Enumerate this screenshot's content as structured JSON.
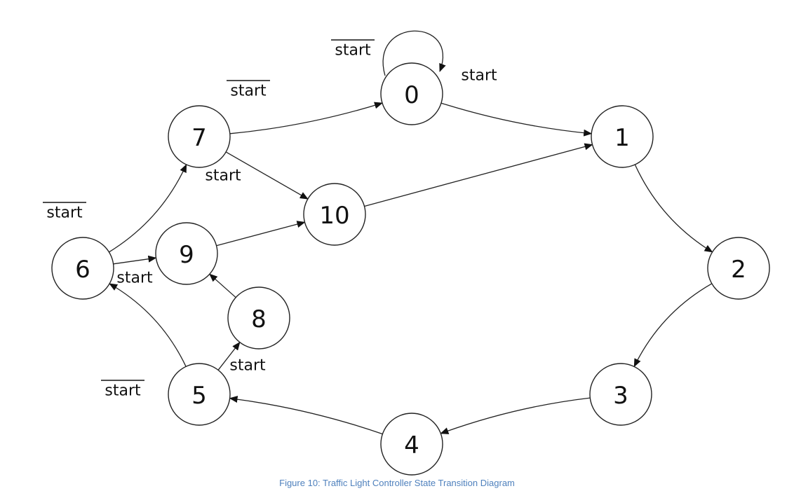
{
  "diagram": {
    "type": "state_transition",
    "states": [
      {
        "id": "0",
        "label": "0"
      },
      {
        "id": "1",
        "label": "1"
      },
      {
        "id": "2",
        "label": "2"
      },
      {
        "id": "3",
        "label": "3"
      },
      {
        "id": "4",
        "label": "4"
      },
      {
        "id": "5",
        "label": "5"
      },
      {
        "id": "6",
        "label": "6"
      },
      {
        "id": "7",
        "label": "7"
      },
      {
        "id": "8",
        "label": "8"
      },
      {
        "id": "9",
        "label": "9"
      },
      {
        "id": "10",
        "label": "10"
      }
    ],
    "transitions": [
      {
        "from": "0",
        "to": "0",
        "label": "start",
        "negated": true
      },
      {
        "from": "0",
        "to": "1",
        "label": "start",
        "negated": false
      },
      {
        "from": "1",
        "to": "2",
        "label": "",
        "negated": false
      },
      {
        "from": "2",
        "to": "3",
        "label": "",
        "negated": false
      },
      {
        "from": "3",
        "to": "4",
        "label": "",
        "negated": false
      },
      {
        "from": "4",
        "to": "5",
        "label": "",
        "negated": false
      },
      {
        "from": "5",
        "to": "6",
        "label": "start",
        "negated": true
      },
      {
        "from": "5",
        "to": "8",
        "label": "start",
        "negated": false
      },
      {
        "from": "8",
        "to": "9",
        "label": "",
        "negated": false
      },
      {
        "from": "6",
        "to": "7",
        "label": "start",
        "negated": true
      },
      {
        "from": "6",
        "to": "9",
        "label": "start",
        "negated": false
      },
      {
        "from": "7",
        "to": "0",
        "label": "start",
        "negated": true
      },
      {
        "from": "7",
        "to": "10",
        "label": "start",
        "negated": false
      },
      {
        "from": "9",
        "to": "10",
        "label": "",
        "negated": false
      },
      {
        "from": "10",
        "to": "1",
        "label": "",
        "negated": false
      }
    ]
  },
  "caption": "Figure 10: Traffic Light Controller State Transition Diagram"
}
